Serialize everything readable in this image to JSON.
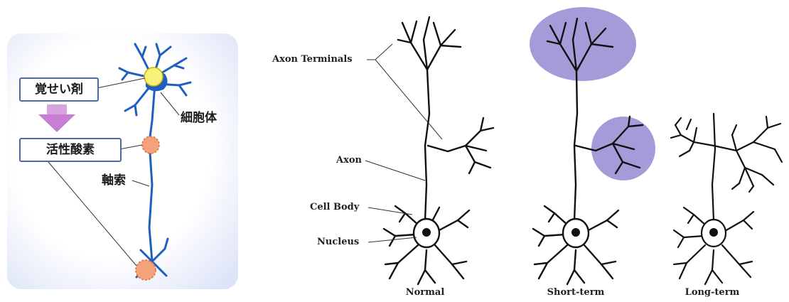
{
  "left_diagram": {
    "drug_label": "覚せい剤",
    "ros_label": "活性酸素",
    "cell_body_label": "細胞体",
    "axon_label": "軸索",
    "accent_color": "#1f5fbf",
    "panel_color": "#d7dff6",
    "arrow_color": "#c77fd6",
    "spot_color": "#f4a27a"
  },
  "right_diagram": {
    "labels": {
      "axon_terminals": "Axon Terminals",
      "axon": "Axon",
      "cell_body": "Cell Body",
      "nucleus": "Nucleus"
    },
    "captions": {
      "normal": "Normal",
      "short_term": "Short-term",
      "long_term": "Long-term"
    },
    "highlight_color": "#a79ad9"
  }
}
